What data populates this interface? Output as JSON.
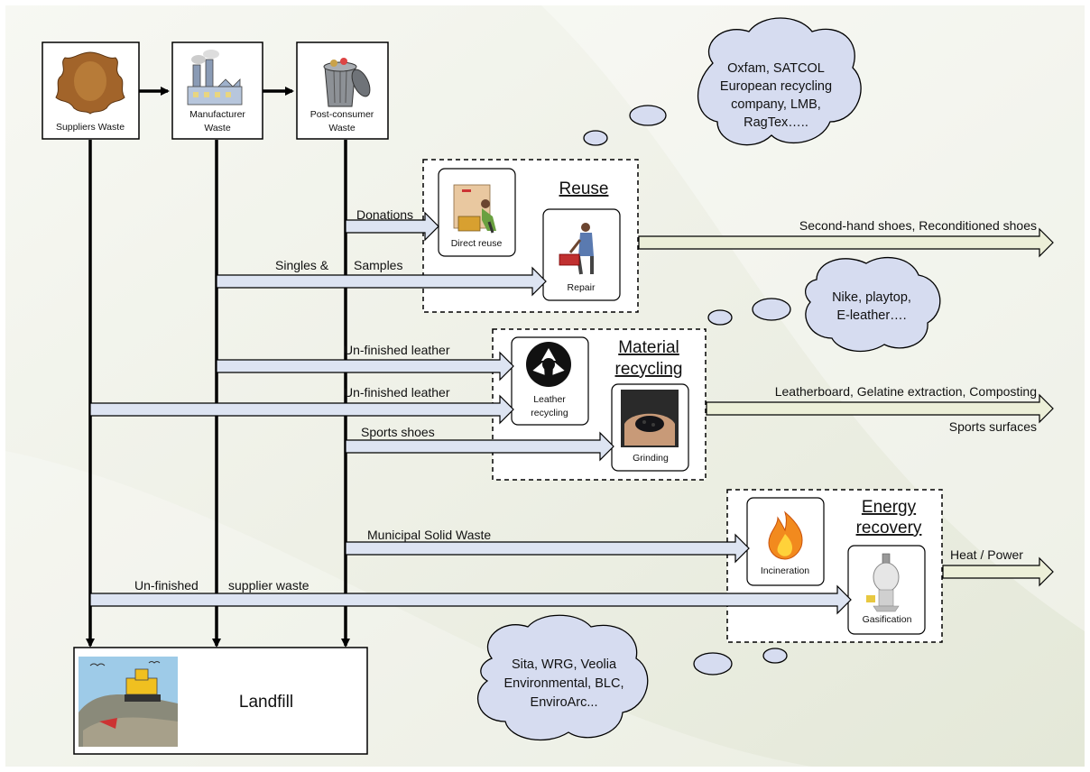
{
  "sources": {
    "suppliers": "Suppliers Waste",
    "manufacturer": [
      "Manufacturer",
      "Waste"
    ],
    "post_consumer": [
      "Post-consumer",
      "Waste"
    ]
  },
  "landfill": "Landfill",
  "reuse": {
    "title": "Reuse",
    "direct_reuse": "Direct reuse",
    "repair": "Repair",
    "output": "Second-hand shoes, Reconditioned shoes"
  },
  "material": {
    "title": [
      "Material",
      "recycling"
    ],
    "leather_recycling": [
      "Leather",
      "recycling"
    ],
    "grinding": "Grinding",
    "output": [
      "Leatherboard, Gelatine extraction, Composting",
      "Sports surfaces"
    ]
  },
  "energy": {
    "title": [
      "Energy",
      "recovery"
    ],
    "incineration": "Incineration",
    "gasification": "Gasification",
    "output": "Heat / Power"
  },
  "flows": {
    "donations": "Donations",
    "singles": "Singles &",
    "samples": "Samples",
    "unfinished_1": "Un-finished leather",
    "unfinished_2": "Un-finished leather",
    "sports_shoes": "Sports shoes",
    "msw": "Municipal Solid Waste",
    "unfinished_supplier_a": "Un-finished",
    "unfinished_supplier_b": "supplier waste"
  },
  "clouds": {
    "reuse": [
      "Oxfam, SATCOL",
      "European recycling",
      "company, LMB,",
      "RagTex….."
    ],
    "material": [
      "Nike, playtop,",
      "E-leather…."
    ],
    "energy": [
      "Sita, WRG, Veolia",
      "Environmental, BLC,",
      "EnviroArc..."
    ]
  },
  "icons": [
    "bearskin-rug-icon",
    "factory-icon",
    "trash-can-icon",
    "delivery-person-icon",
    "repair-person-icon",
    "recycle-icon",
    "grinding-hands-icon",
    "fire-icon",
    "gasifier-icon",
    "bulldozer-landfill-icon"
  ],
  "colors": {
    "flow_fill": "#dde4f2",
    "cloud_fill": "#d6dcf0",
    "output_fill": "#ecefd8"
  }
}
